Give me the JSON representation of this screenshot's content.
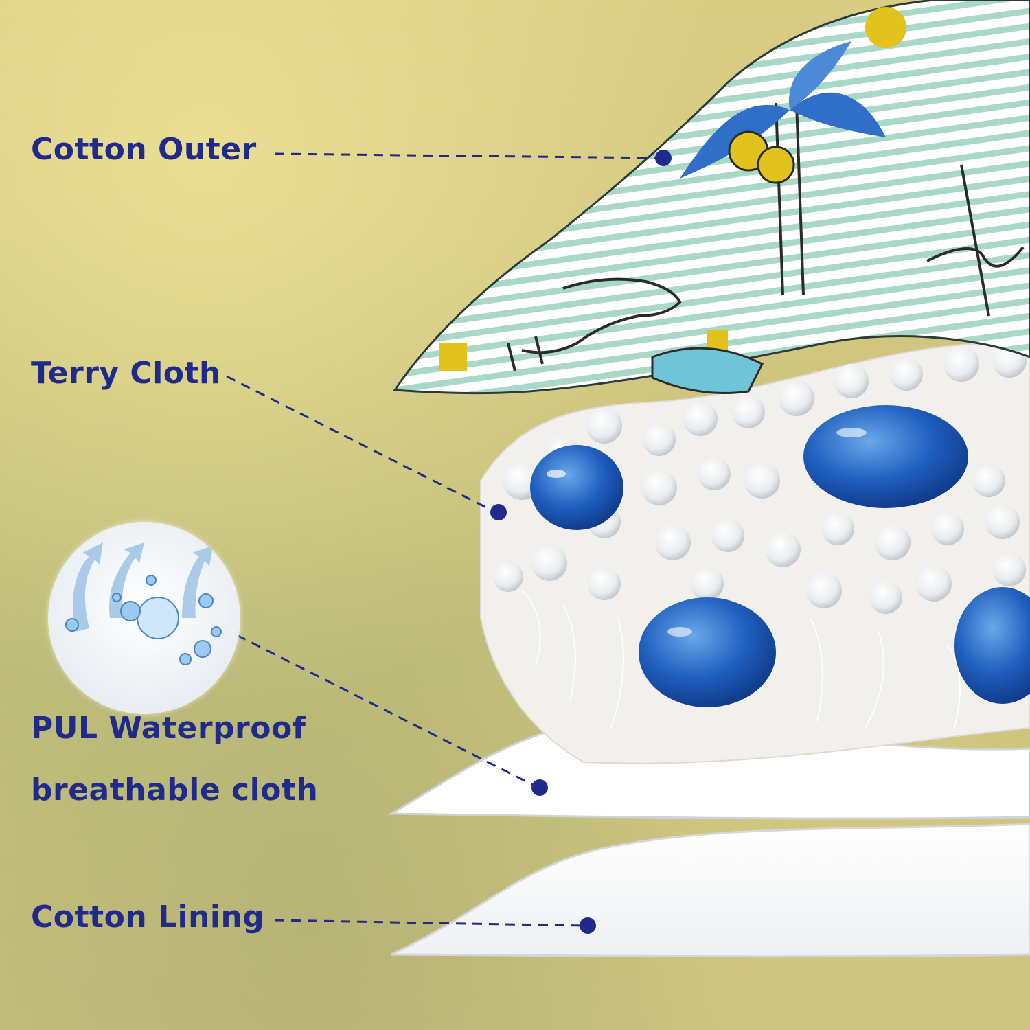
{
  "layers": [
    {
      "label": "Cotton Outer"
    },
    {
      "label": "Terry Cloth"
    },
    {
      "label_line1": "PUL Waterproof",
      "label_line2": "breathable cloth"
    },
    {
      "label": "Cotton Lining"
    }
  ],
  "colors": {
    "label_text": "#1f2a8a",
    "leader_line": "#1f2a8a",
    "background": "#cfc37a"
  },
  "icons": [
    "water-droplet-icon",
    "breathable-arrow-icon"
  ]
}
